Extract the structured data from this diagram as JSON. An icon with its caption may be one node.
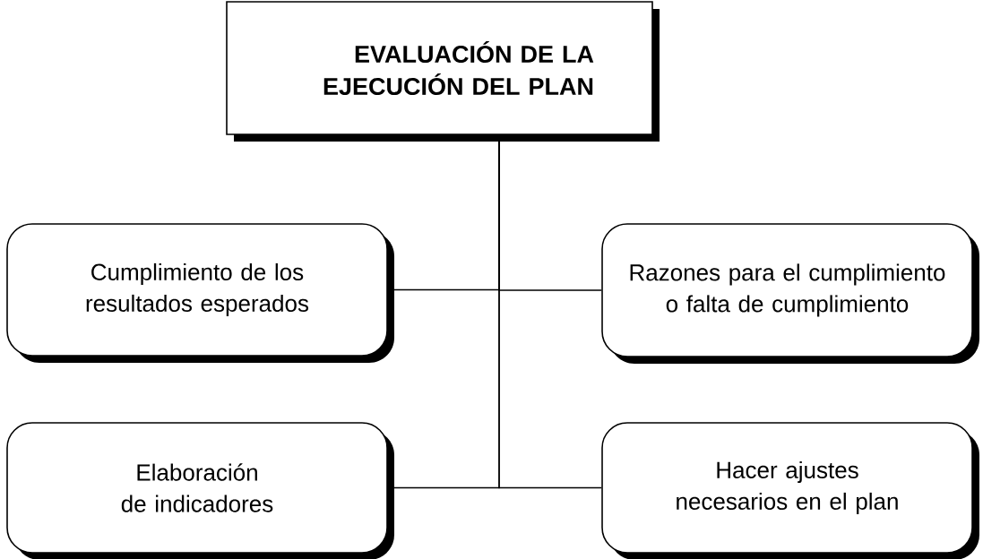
{
  "diagram": {
    "nodes": [
      {
        "text": [
          "EVALUACIÓN DE LA EJECUCIÓN DEL PLAN"
        ]
      },
      {
        "text": [
          "Cumplimiento de los resultados esperados"
        ]
      },
      {
        "text": [
          "Razones para el cumplimiento o falta de cumplimiento"
        ]
      },
      {
        "text": [
          "Elaboración de indicadores"
        ]
      },
      {
        "text": [
          "Hacer ajustes necesarios en el plan"
        ]
      }
    ],
    "edges": [
      {
        "from": 0,
        "to": 1,
        "arrow": "none"
      },
      {
        "from": 0,
        "to": 2,
        "arrow": "none"
      },
      {
        "from": 0,
        "to": 3,
        "arrow": "none"
      },
      {
        "from": 0,
        "to": 4,
        "arrow": "none"
      }
    ]
  }
}
